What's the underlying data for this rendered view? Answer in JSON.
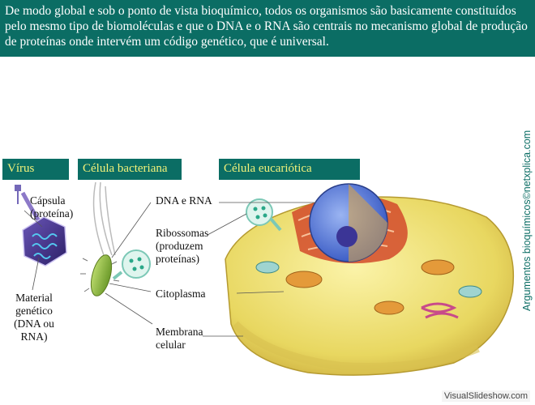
{
  "banner": {
    "text": "De modo global e sob o ponto de vista bioquímico, todos os organismos são basicamente constituídos pelo mesmo tipo de biomoléculas e que o DNA e o RNA são centrais no mecanismo global de produção de proteínas onde intervém um código genético, que é universal."
  },
  "sections": {
    "virus": "Vírus",
    "bacteria": "Célula bacteriana",
    "eukaryote": "Célula eucariótica"
  },
  "virus_labels": {
    "capsid": "Cápsula (proteína)",
    "genetic": "Material genético (DNA ou RNA)"
  },
  "cell_labels": {
    "dna_rna": "DNA e RNA",
    "ribosomes": "Ribossomas (produzem proteínas)",
    "cytoplasm": "Citoplasma",
    "membrane": "Membrana celular"
  },
  "credit": "Argumentos bioquímicos©netxplica.com",
  "watermark": "VisualSlideshow.com",
  "colors": {
    "banner": "#0b6d64",
    "label_text": "#f2f27a"
  }
}
